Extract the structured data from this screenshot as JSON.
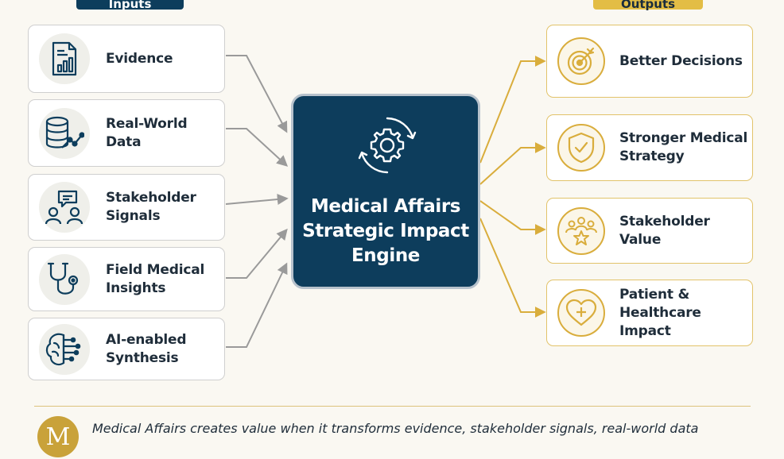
{
  "inputs_heading": "Inputs",
  "outputs_heading": "Outputs",
  "inputs": [
    {
      "label": "Evidence",
      "icon": "document-chart-icon"
    },
    {
      "label": "Real-World Data",
      "icon": "database-chart-icon"
    },
    {
      "label": "Stakeholder\nSignals",
      "icon": "people-chat-icon"
    },
    {
      "label": "Field Medical\nInsights",
      "icon": "stethoscope-icon"
    },
    {
      "label": "AI-enabled\nSynthesis",
      "icon": "brain-circuit-icon"
    }
  ],
  "engine": {
    "title": "Medical Affairs\nStrategic Impact\nEngine",
    "icon": "gear-cycle-icon"
  },
  "outputs": [
    {
      "label": "Better Decisions",
      "icon": "target-arrow-icon"
    },
    {
      "label": "Stronger Medical\nStrategy",
      "icon": "shield-check-icon"
    },
    {
      "label": "Stakeholder Value",
      "icon": "people-star-icon"
    },
    {
      "label": "Patient & Healthcare\nImpact",
      "icon": "heart-plus-icon"
    }
  ],
  "footer": {
    "logo_letter": "M",
    "text": "Medical Affairs creates value when it transforms evidence, stakeholder signals, real-world data"
  },
  "colors": {
    "navy": "#0d3d5c",
    "gold": "#d9ad3c",
    "background": "#faf8f2"
  }
}
